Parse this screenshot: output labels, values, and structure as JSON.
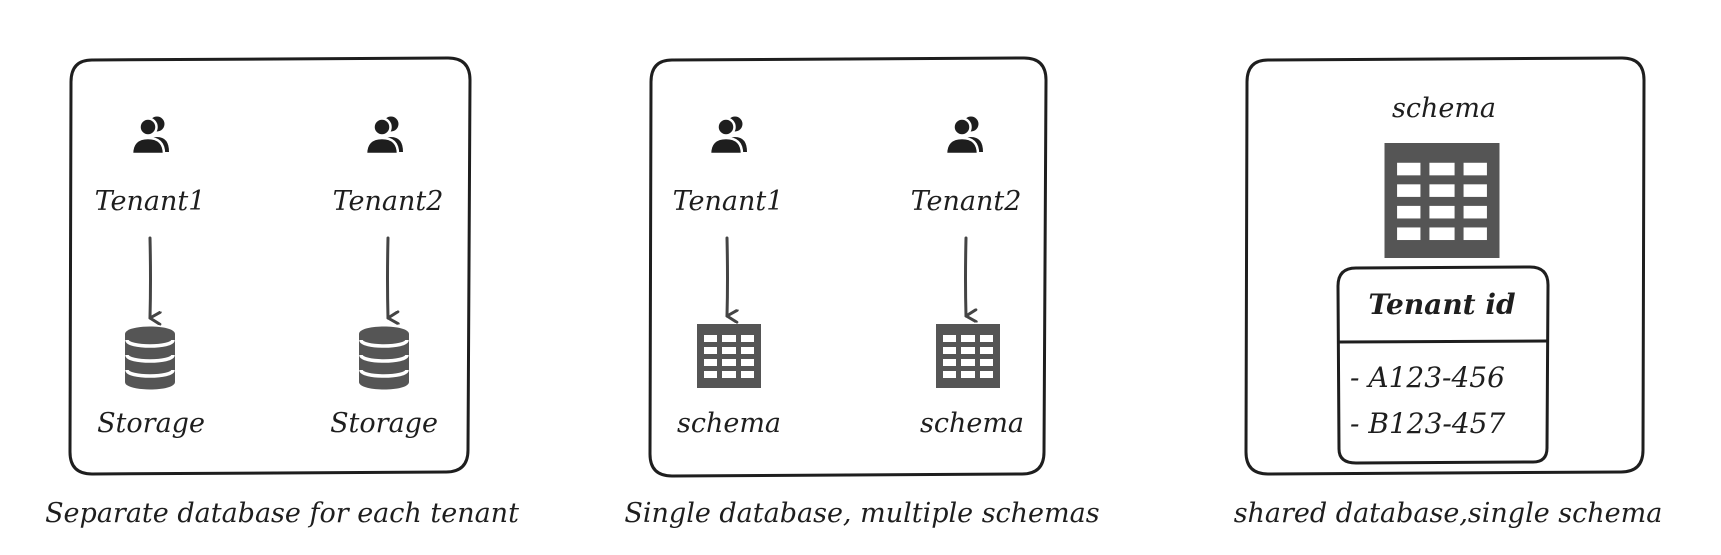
{
  "panels": [
    {
      "caption": "Separate database for each tenant",
      "tenants": [
        {
          "label": "Tenant1",
          "target_label": "Storage",
          "target_icon": "database-icon"
        },
        {
          "label": "Tenant2",
          "target_label": "Storage",
          "target_icon": "database-icon"
        }
      ]
    },
    {
      "caption": "Single database, multiple schemas",
      "tenants": [
        {
          "label": "Tenant1",
          "target_label": "schema",
          "target_icon": "table-icon"
        },
        {
          "label": "Tenant2",
          "target_label": "schema",
          "target_icon": "table-icon"
        }
      ]
    },
    {
      "caption": "shared database,single schema",
      "schema_label": "schema",
      "schema_icon": "table-icon",
      "table": {
        "header": "Tenant id",
        "rows": [
          "- A123-456",
          "- B123-457"
        ]
      }
    }
  ],
  "colors": {
    "stroke": "#1e1e1e",
    "icon_gray": "#555555",
    "arrow": "#444444"
  }
}
